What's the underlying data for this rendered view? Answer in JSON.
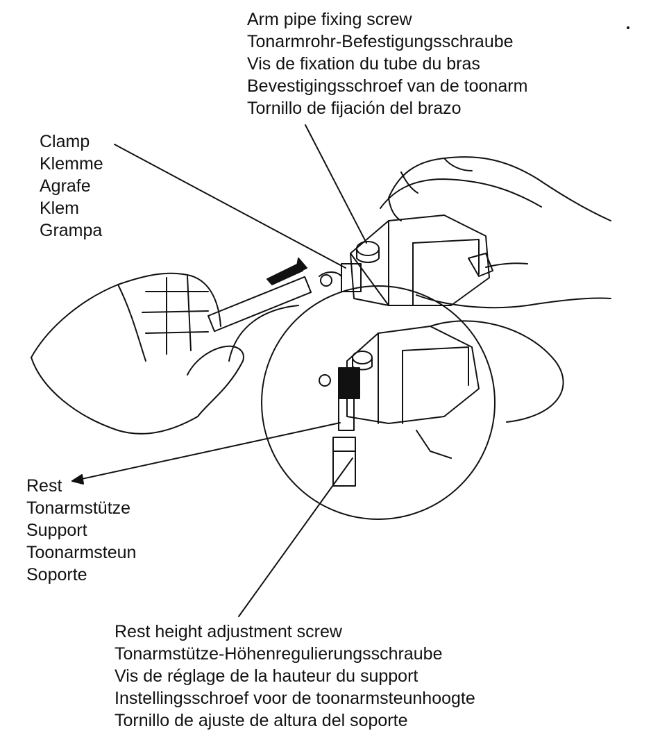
{
  "labels": {
    "arm_pipe_screw": [
      "Arm pipe fixing screw",
      "Tonarmrohr-Befestigungsschraube",
      "Vis de fixation du tube du bras",
      "Bevestigingsschroef van de toonarm",
      "Tornillo de fijación del brazo"
    ],
    "clamp": [
      "Clamp",
      "Klemme",
      "Agrafe",
      "Klem",
      "Grampa"
    ],
    "rest": [
      "Rest",
      "Tonarmstütze",
      "Support",
      "Toonarmsteun",
      "Soporte"
    ],
    "rest_height_screw": [
      "Rest height adjustment screw",
      "Tonarmstütze-Höhenregulierungsschraube",
      "Vis de réglage de la hauteur du support",
      "Instellingsschroef voor de toonarmsteunhoogte",
      "Tornillo de ajuste de altura del soporte"
    ]
  },
  "colors": {
    "ink": "#111111",
    "paper": "#ffffff"
  }
}
